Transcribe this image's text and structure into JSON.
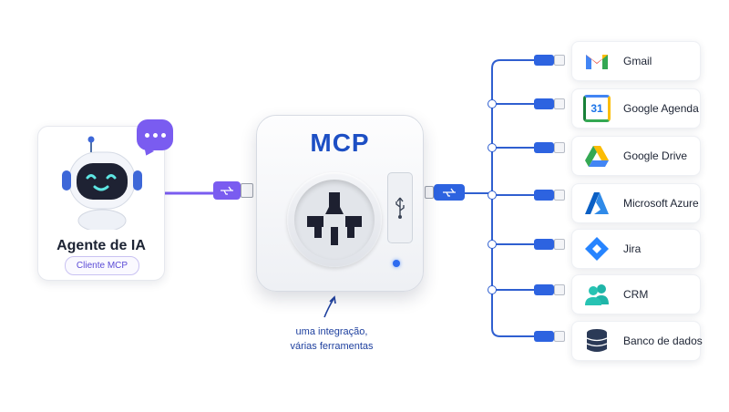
{
  "agent": {
    "title": "Agente de IA",
    "badge": "Cliente MCP"
  },
  "hub": {
    "title": "MCP"
  },
  "caption": {
    "line1": "uma integração,",
    "line2": "várias ferramentas"
  },
  "tools": [
    {
      "label": "Gmail",
      "icon": "gmail-icon"
    },
    {
      "label": "Google Agenda",
      "icon": "google-calendar-icon",
      "icon_text": "31"
    },
    {
      "label": "Google Drive",
      "icon": "google-drive-icon"
    },
    {
      "label": "Microsoft Azure",
      "icon": "azure-icon"
    },
    {
      "label": "Jira",
      "icon": "jira-icon"
    },
    {
      "label": "CRM",
      "icon": "users-icon"
    },
    {
      "label": "Banco de dados",
      "icon": "database-icon"
    }
  ],
  "colors": {
    "accent_blue": "#1d4fc4",
    "accent_purple": "#7a5cf0",
    "line_blue": "#2f5fd0"
  }
}
